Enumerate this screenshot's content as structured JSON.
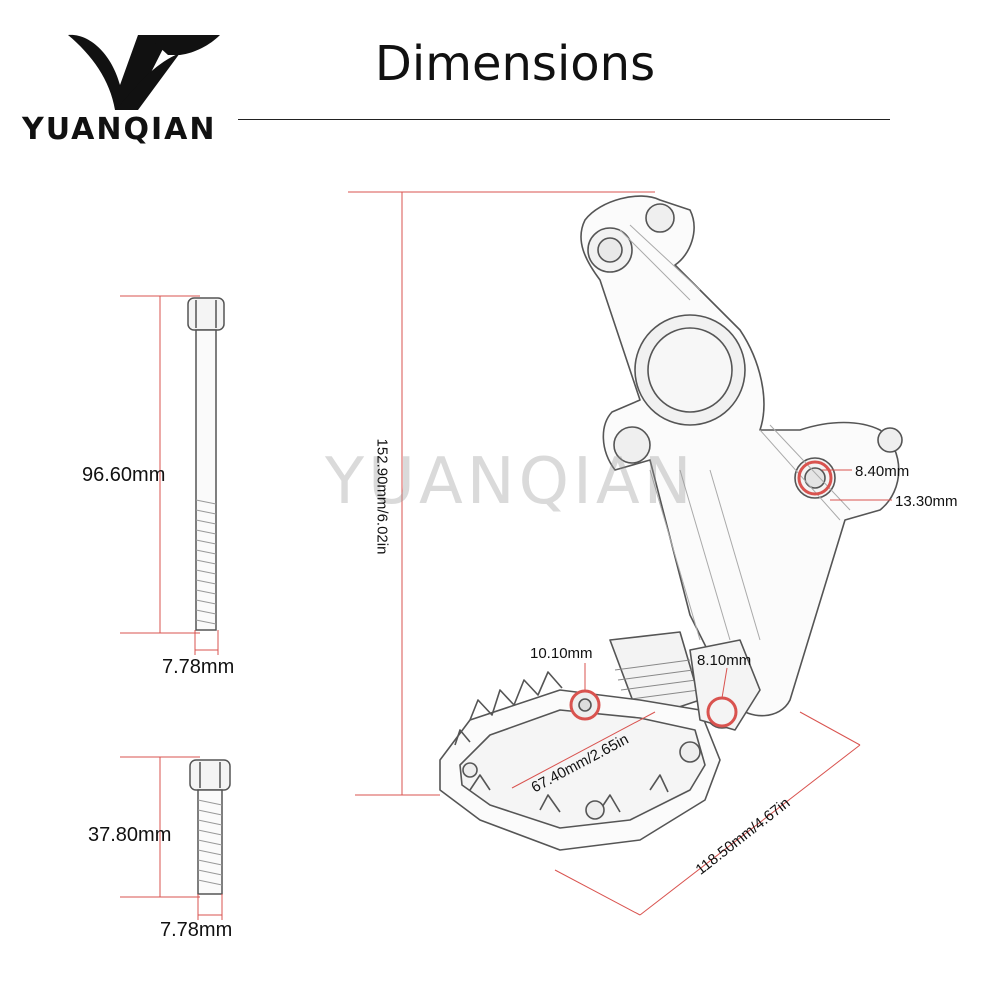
{
  "header": {
    "brand": "YUANQIAN",
    "title": "Dimensions",
    "watermark": "YUANQIAN"
  },
  "colors": {
    "dimension_line": "#d9534f",
    "outline": "#555555",
    "text": "#111111"
  },
  "dimensions": {
    "long_bolt_length": "96.60mm",
    "long_bolt_diameter": "7.78mm",
    "short_bolt_length": "37.80mm",
    "short_bolt_diameter": "7.78mm",
    "total_height": "152.90mm/6.02in",
    "top_hole_inner": "8.40mm",
    "top_hole_outer": "13.30mm",
    "peg_hole_left": "10.10mm",
    "peg_hole_right": "8.10mm",
    "peg_width": "67.40mm/2.65in",
    "peg_length": "118.50mm/4.67in"
  }
}
